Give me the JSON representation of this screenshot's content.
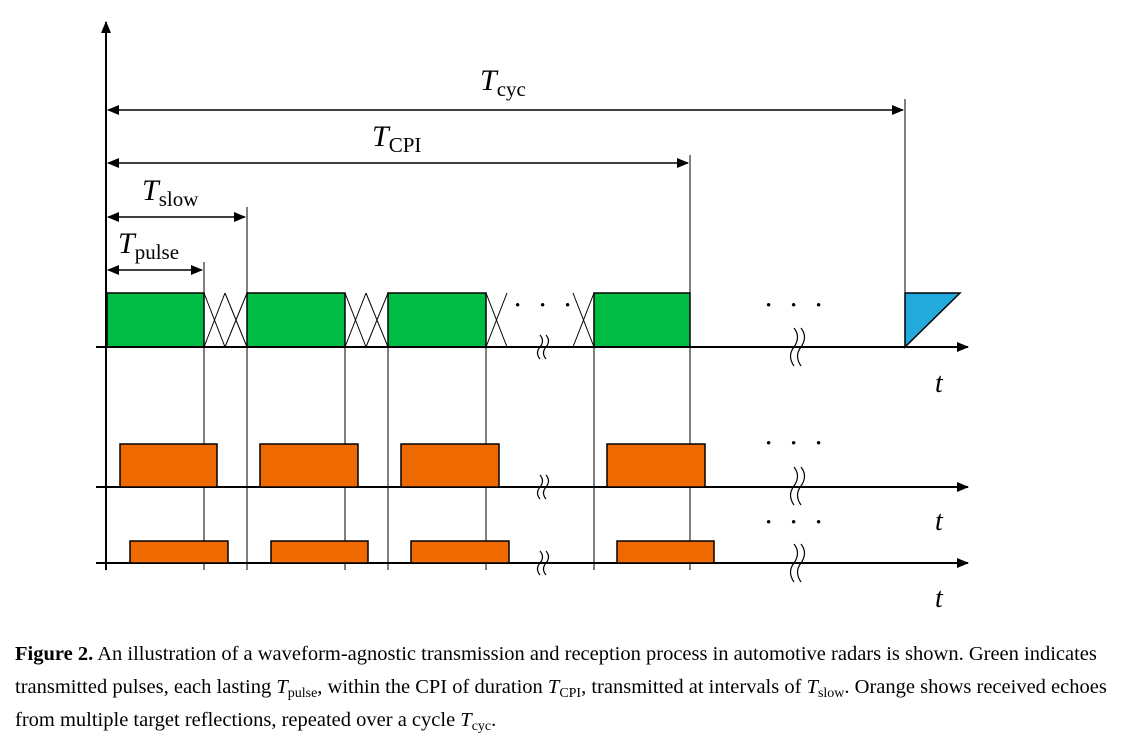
{
  "diagram": {
    "labels": {
      "t_cyc": {
        "main": "T",
        "sub": "cyc"
      },
      "t_cpi": {
        "main": "T",
        "sub": "CPI"
      },
      "t_slow": {
        "main": "T",
        "sub": "slow"
      },
      "t_pulse": {
        "main": "T",
        "sub": "pulse"
      }
    },
    "time_axis_label": "t",
    "ellipsis": "• • •",
    "colors": {
      "transmitted": "#00bb44",
      "received": "#ee6a00",
      "next_cycle": "#22aadd",
      "line": "#000000"
    }
  },
  "caption": {
    "figure_label": "Figure 2.",
    "part1": " An illustration of a waveform-agnostic transmission and reception process in automotive radars is shown. Green indicates transmitted pulses, each lasting ",
    "sym1": {
      "main": "T",
      "sub": "pulse"
    },
    "part2": ", within the CPI of duration ",
    "sym2": {
      "main": "T",
      "sub": "CPI"
    },
    "part3": ", transmitted at intervals of ",
    "sym3": {
      "main": "T",
      "sub": "slow"
    },
    "part4": ". Orange shows received echoes from multiple target reflections, repeated over a cycle ",
    "sym4": {
      "main": "T",
      "sub": "cyc"
    },
    "part5": "."
  }
}
